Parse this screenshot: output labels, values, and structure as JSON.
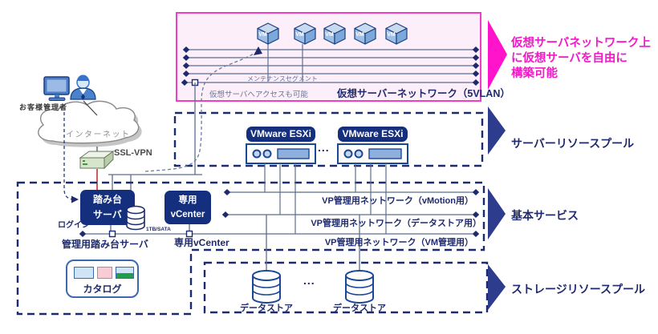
{
  "virtual_network": {
    "title": "仮想サーバーネットワーク（5VLAN）",
    "maintenance_label": "メンテナンスセグメント",
    "access_note": "仮想サーバへアクセスも可能",
    "vm_label": "VM"
  },
  "annotations": {
    "virtual_note_line1": "仮想サーバネットワーク上",
    "virtual_note_line2": "に仮想サーバを自由に",
    "virtual_note_line3": "構築可能",
    "server_pool": "サーバーリソースプール",
    "basic_service": "基本サービス",
    "storage_pool": "ストレージリソースプール"
  },
  "admin": {
    "label": "お客様管理者",
    "internet": "インターネット",
    "sslvpn": "SSL-VPN",
    "login": "ログイン"
  },
  "server_pool": {
    "esxi_label": "VMware ESXi",
    "ellipsis": "..."
  },
  "basic_service": {
    "bastion_line1": "踏み台",
    "bastion_line2": "サーバ",
    "vcenter_line1": "専用",
    "vcenter_line2": "vCenter",
    "disk_label": "1TB/SATA",
    "mgmt_bastion": "管理用踏み台サーバ",
    "dedicated_vcenter": "専用vCenter",
    "network_vmotion": "VP管理用ネットワーク（vMotion用）",
    "network_datastore": "VP管理用ネットワーク（データストア用）",
    "network_vm_mgmt": "VP管理用ネットワーク（VM管理用）",
    "catalog": "カタログ"
  },
  "storage": {
    "datastore1": "データストア",
    "datastore2": "データストア",
    "ellipsis": "..."
  },
  "colors": {
    "navy": "#1f2a6e",
    "magenta": "#f318c8",
    "pink_border": "#f03cc8",
    "connector": "#5c6e91"
  }
}
